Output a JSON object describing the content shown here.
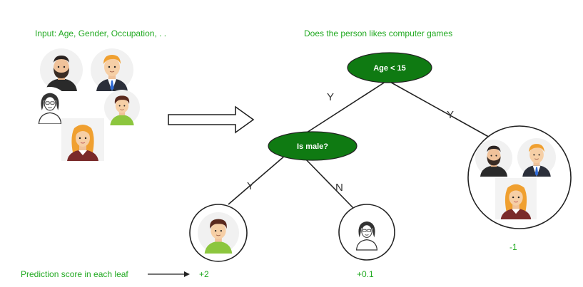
{
  "input_title": "Input: Age, Gender, Occupation, . .",
  "question": "Does the person likes computer games",
  "root": {
    "label": "Age < 15"
  },
  "inner": {
    "label": "Is male?"
  },
  "edges": {
    "root_yes": "Y",
    "root_no": "Y",
    "inner_yes": "Y",
    "inner_no": "N"
  },
  "leaves": [
    {
      "score": "+2"
    },
    {
      "score": "+0.1"
    },
    {
      "score": "-1"
    }
  ],
  "footer_label": "Prediction score in each leaf",
  "colors": {
    "node_fill": "#0f7a12",
    "text_green": "#22aa22",
    "line": "#222222"
  }
}
